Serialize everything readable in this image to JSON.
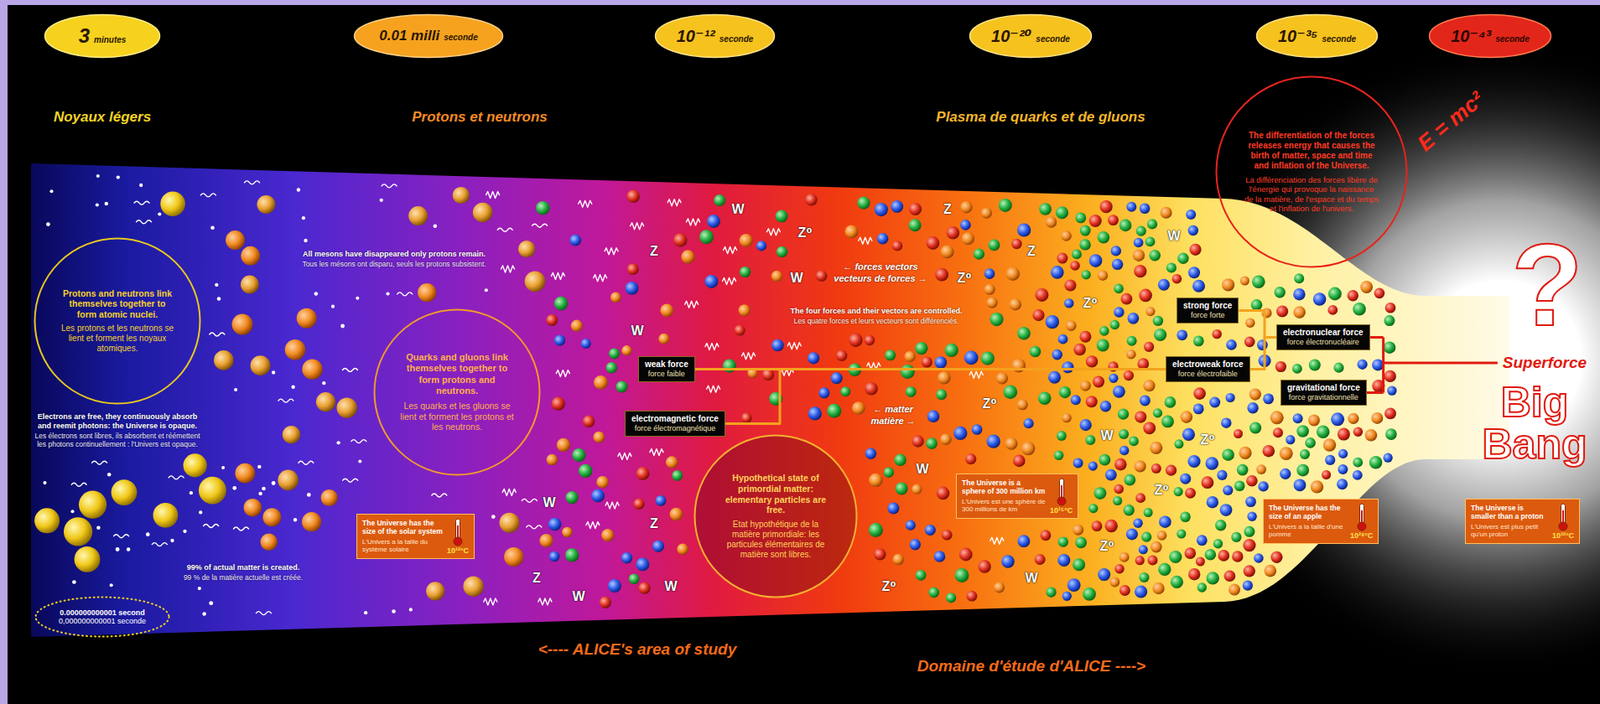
{
  "diagram": {
    "nodes": [
      {
        "text": [
          "3",
          "minutes"
        ]
      },
      {
        "text": [
          "0.01 milli",
          "seconde"
        ]
      },
      {
        "text": [
          "10⁻¹²",
          "seconde"
        ]
      },
      {
        "text": [
          "10⁻²⁰",
          "seconde"
        ]
      },
      {
        "text": [
          "10⁻³⁵",
          "seconde"
        ]
      },
      {
        "text": [
          "10⁻⁴³",
          "seconde"
        ]
      },
      {
        "text": [
          "Protons and neutrons link themselves together to form atomic nuclei.",
          "Les protons et les neutrons se lient et forment les noyaux atomiques."
        ]
      },
      {
        "text": [
          "0.000000000001 second",
          "0,000000000001 seconde"
        ]
      },
      {
        "text": [
          "Quarks and gluons link themselves together to form protons and neutrons.",
          "Les quarks et les gluons se lient et forment les protons et les neutrons."
        ]
      },
      {
        "text": [
          "The Universe has the size of the solar system",
          "L'Univers a la taille du système solaire",
          "10¹²°C"
        ]
      },
      {
        "text": [
          "weak force",
          "force faible"
        ]
      },
      {
        "text": [
          "electromagnetic force",
          "force électromagnétique"
        ]
      },
      {
        "text": [
          "Hypothetical state of primordial matter: elementary particles are free.",
          "Etat hypothétique de la matière primordiale: les particules élémentaires de matière sont libres."
        ]
      },
      {
        "text": [
          "The Universe is a sphere of 300 million km",
          "L'Univers est une sphère de 300 millions de km",
          "10¹⁵°C"
        ]
      },
      {
        "text": [
          "The differentiation of the forces releases energy that causes the birth of matter, space and time and inflation of the Universe.",
          "La différenciation des forces libère de l'énergie qui provoque la naissance de la matière, de l'espace et du temps et l'inflation de l'univers."
        ]
      },
      {
        "text": [
          "strong force",
          "force forte"
        ]
      },
      {
        "text": [
          "electroweak force",
          "force électrofaible"
        ]
      },
      {
        "text": [
          "electronuclear force",
          "force électronucléaire"
        ]
      },
      {
        "text": [
          "gravitational force",
          "force gravitationnelle"
        ]
      },
      {
        "text": [
          "The Universe has the size of an apple",
          "L'Univers a la taille d'une pomme",
          "10²⁸°C"
        ]
      },
      {
        "text": [
          "The Universe is smaller than a proton",
          "L'Univers est plus petit qu'un proton",
          "10³²°C"
        ]
      }
    ],
    "edges": [
      {
        "from": 17,
        "to": 15,
        "arrow": "none"
      },
      {
        "from": 17,
        "to": 16,
        "arrow": "none"
      },
      {
        "from": 16,
        "to": 10,
        "arrow": "none"
      },
      {
        "from": 16,
        "to": 11,
        "arrow": "none"
      }
    ],
    "labels": [
      "Noyaux légers",
      "Protons et neutrons",
      "Plasma de quarks et de gluons",
      "Electrons are free, they continuously absorb and reemit photons: the Universe is opaque.",
      "Les électrons sont libres, ils absorbent et réémettent les photons continuellement : l'Univers est opaque.",
      "All mesons have disappeared only protons remain.",
      "Tous les mésons ont disparu, seuls les protons subsistent.",
      "99% of actual matter is created.",
      "99 % de la matière actuelle est créée.",
      "← forces vectors",
      "vecteurs de forces →",
      "The four forces and their vectors are controlled.",
      "Les quatre forces et leurs vecteurs sont différenciés.",
      "← matter",
      "matière →",
      "<---- ALICE's area of study",
      "Domaine d'étude d'ALICE ---->",
      "E = mc²",
      "?",
      "Superforce",
      "Big Bang",
      "W",
      "Z",
      "W",
      "Z",
      "W",
      "Z⁰",
      "W",
      "Z⁰",
      "Z",
      "W",
      "Z⁰",
      "W",
      "Z⁰",
      "Z",
      "Z⁰",
      "W",
      "Z⁰",
      "W",
      "Z⁰",
      "Z",
      "W",
      "Z⁰",
      "W"
    ]
  }
}
